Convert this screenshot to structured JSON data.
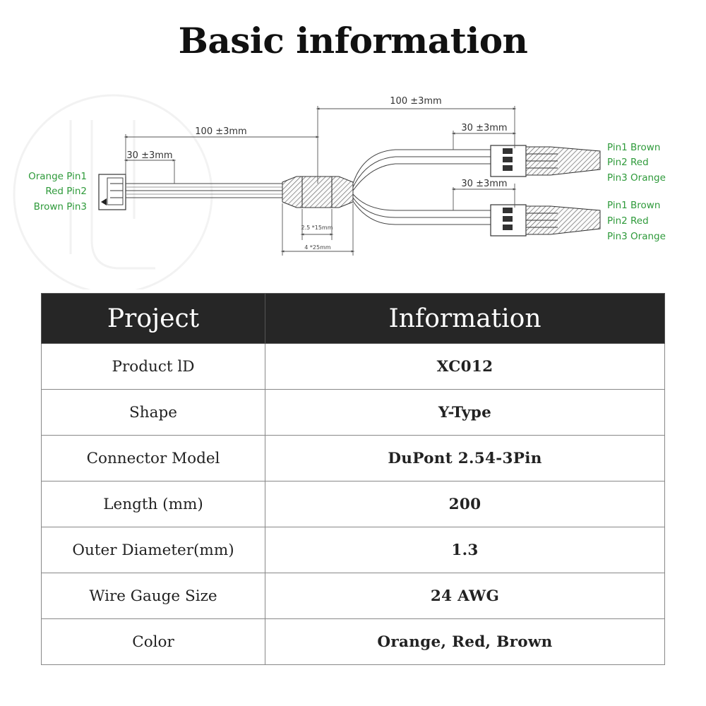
{
  "title": "Basic information",
  "diagram": {
    "dim_main_left": "100 ±3mm",
    "dim_main_right": "100 ±3mm",
    "dim_left_conn": "30 ±3mm",
    "dim_top_conn": "30 ±3mm",
    "dim_bottom_conn": "30 ±3mm",
    "dim_small_inner": "2.5 *15mm",
    "dim_small_outer": "4 *25mm",
    "left_pins": [
      "Orange Pin1",
      "Red  Pin2",
      "Brown Pin3"
    ],
    "top_right_pins": [
      "Pin1 Brown",
      "Pin2 Red",
      "Pin3 Orange"
    ],
    "bottom_right_pins": [
      "Pin1 Brown",
      "Pin2 Red",
      "Pin3 Orange"
    ]
  },
  "table": {
    "headers": [
      "Project",
      "Information"
    ],
    "rows": [
      {
        "project": "Product lD",
        "info": "XC012"
      },
      {
        "project": "Shape",
        "info": "Y-Type"
      },
      {
        "project": "Connector Model",
        "info": "DuPont 2.54-3Pin"
      },
      {
        "project": "Length (mm)",
        "info": "200"
      },
      {
        "project": "Outer Diameter(mm)",
        "info": "1.3"
      },
      {
        "project": "Wire Gauge Size",
        "info": "24 AWG"
      },
      {
        "project": "Color",
        "info": "Orange, Red, Brown"
      }
    ]
  }
}
